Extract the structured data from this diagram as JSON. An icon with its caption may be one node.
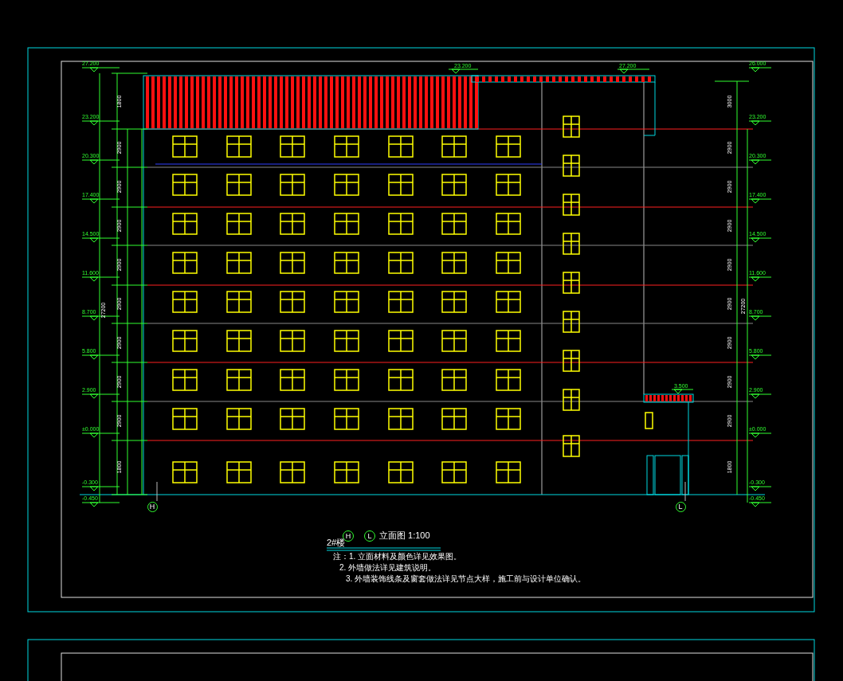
{
  "diagram": {
    "title": "立面图 1:100",
    "nodes": [
      {
        "text": [
          "H"
        ]
      },
      {
        "text": [
          "L"
        ]
      },
      {
        "text": [
          "H"
        ]
      },
      {
        "text": [
          "L"
        ]
      }
    ],
    "labels": [
      "27.200",
      "23.200",
      "20.300",
      "17.400",
      "14.500",
      "11.600",
      "8.700",
      "5.800",
      "2.900",
      "±0.000",
      "-0.300",
      "-0.450",
      "26.000",
      "23.200",
      "20.300",
      "17.400",
      "14.500",
      "11.600",
      "8.700",
      "5.800",
      "2.900",
      "±0.000",
      "-0.300",
      "-0.450",
      "23.200",
      "27.200",
      "3.500",
      "1800",
      "2900",
      "2900",
      "2900",
      "2900",
      "2900",
      "2900",
      "2900",
      "2900",
      "1800",
      "27200",
      "3000",
      "2900",
      "2900",
      "2900",
      "2900",
      "2900",
      "2900",
      "2900",
      "2900",
      "1800",
      "27200",
      "2#楼",
      "注：1. 立面材料及颜色详见效果图。",
      "2. 外墙做法详见建筑说明。",
      "3. 外墙装饰线条及窗套做法详见节点大样，施工前与设计单位确认。"
    ]
  }
}
